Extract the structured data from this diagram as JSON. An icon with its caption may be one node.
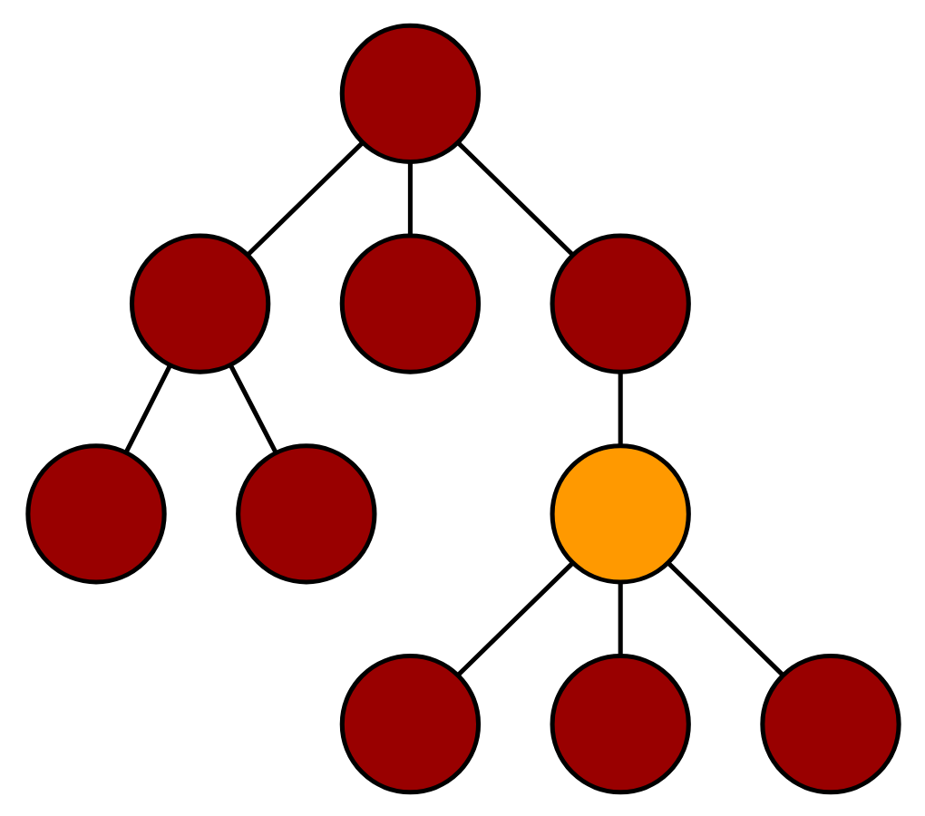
{
  "diagram": {
    "nodes": [
      {
        "text": [],
        "shape": "circle"
      },
      {
        "text": [],
        "shape": "circle"
      },
      {
        "text": [],
        "shape": "circle"
      },
      {
        "text": [],
        "shape": "circle"
      },
      {
        "text": [],
        "shape": "circle"
      },
      {
        "text": [],
        "shape": "circle"
      },
      {
        "text": [],
        "shape": "circle"
      },
      {
        "text": [],
        "shape": "circle"
      },
      {
        "text": [],
        "shape": "circle"
      },
      {
        "text": [],
        "shape": "circle"
      }
    ],
    "edges": [
      {
        "from": 0,
        "to": 1,
        "arrow": "none"
      },
      {
        "from": 0,
        "to": 2,
        "arrow": "none"
      },
      {
        "from": 0,
        "to": 3,
        "arrow": "none"
      },
      {
        "from": 1,
        "to": 4,
        "arrow": "none"
      },
      {
        "from": 1,
        "to": 5,
        "arrow": "none"
      },
      {
        "from": 3,
        "to": 6,
        "arrow": "none"
      },
      {
        "from": 6,
        "to": 7,
        "arrow": "none"
      },
      {
        "from": 6,
        "to": 8,
        "arrow": "none"
      },
      {
        "from": 6,
        "to": 9,
        "arrow": "none"
      }
    ]
  }
}
